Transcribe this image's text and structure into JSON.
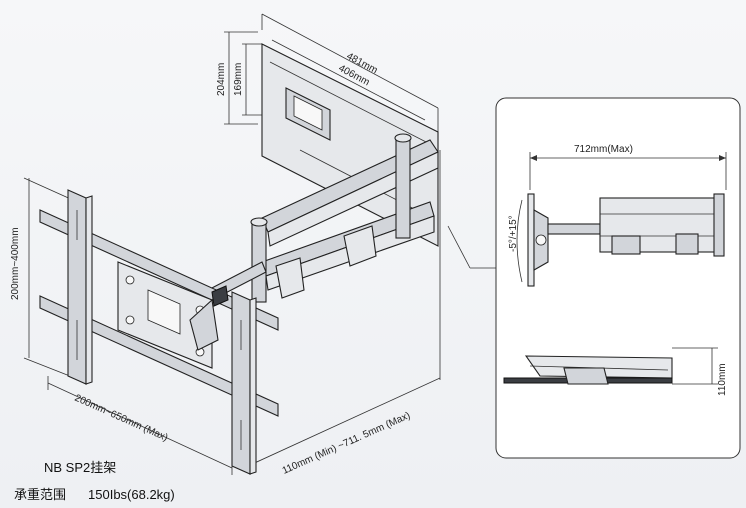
{
  "dimensions": {
    "top_outer": "481mm",
    "top_inner": "406mm",
    "left_outer": "204mm",
    "left_inner": "169mm",
    "vesa_vertical": "200mm~400mm",
    "vesa_horizontal": "200mm~650mm (Max)",
    "extension": "110mm (Min) ~711. 5mm (Max)"
  },
  "inset": {
    "width_label": "712mm(Max)",
    "tilt_label": "-5°/+15°",
    "depth_label": "110mm"
  },
  "product": {
    "model": "NB SP2挂架",
    "load_label": "承重范围",
    "load_value": "150Ibs(68.2kg)"
  }
}
